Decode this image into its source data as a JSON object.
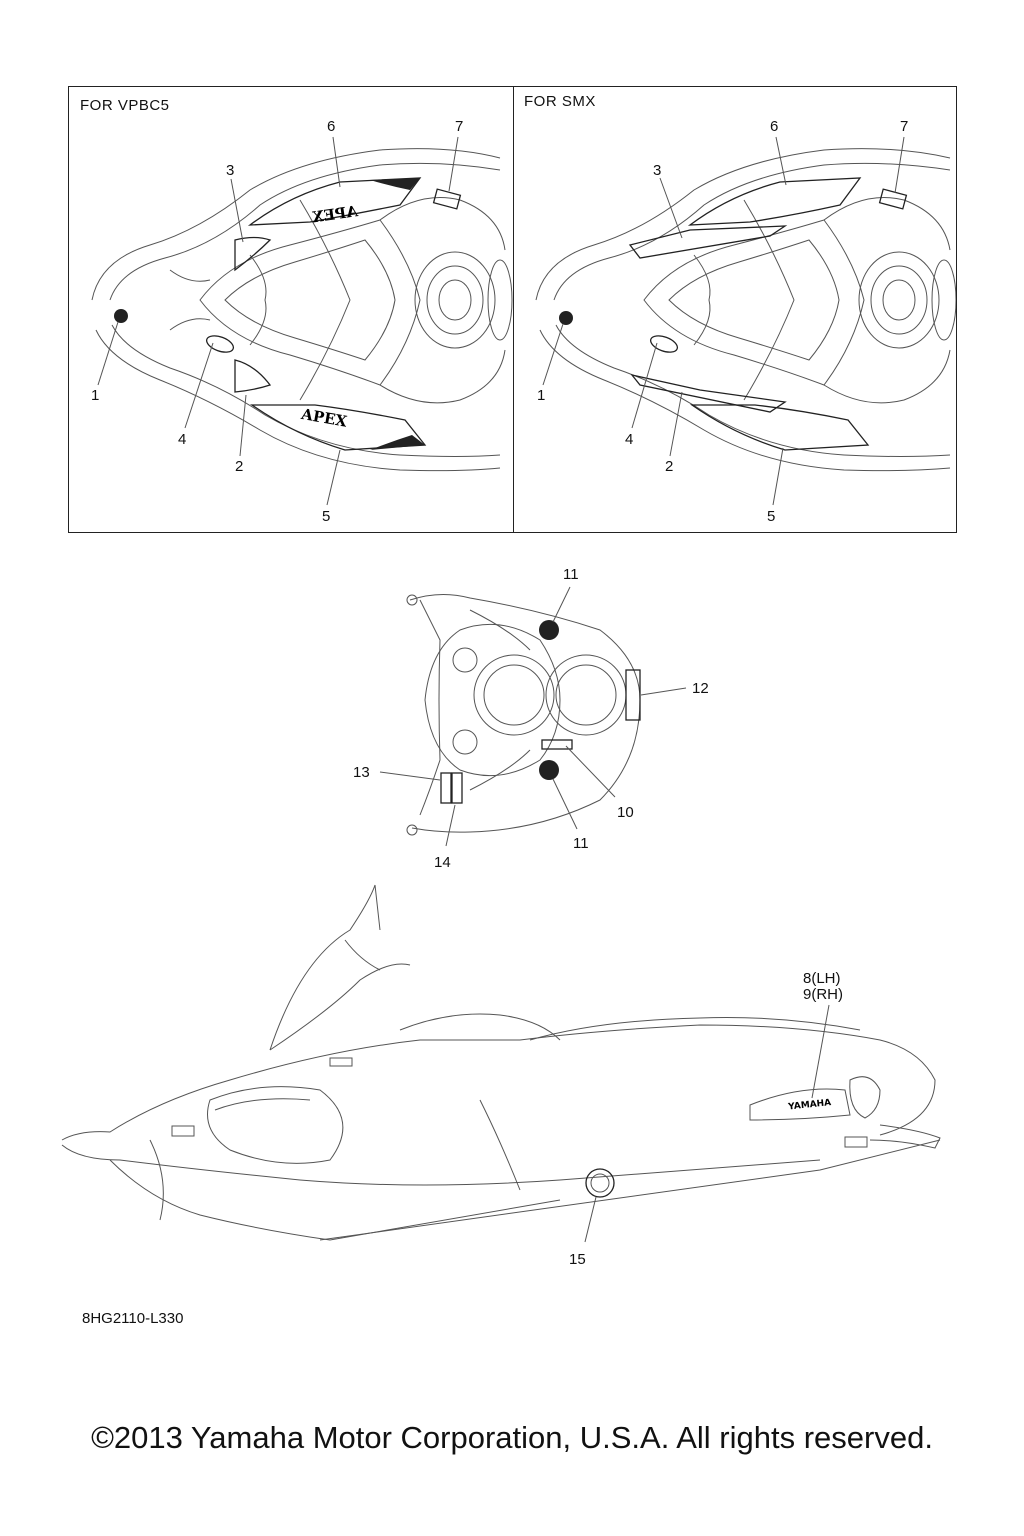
{
  "panels": {
    "left": {
      "title": "FOR VPBC5"
    },
    "right": {
      "title": "FOR SMX"
    }
  },
  "callouts": {
    "l1": "1",
    "l2": "2",
    "l3": "3",
    "l4": "4",
    "l5": "5",
    "l6": "6",
    "l7": "7",
    "r1": "1",
    "r2": "2",
    "r3": "3",
    "r4": "4",
    "r5": "5",
    "r6": "6",
    "r7": "7",
    "c11a": "11",
    "c12": "12",
    "c13": "13",
    "c10": "10",
    "c11b": "11",
    "c14": "14",
    "c89": "8(LH)",
    "c89b": "9(RH)",
    "c15": "15"
  },
  "decals": {
    "apex_text": "APEX",
    "yamaha_text": "YAMAHA"
  },
  "drawing_code": "8HG2110-L330",
  "copyright": "©2013 Yamaha Motor Corporation, U.S.A. All rights reserved."
}
